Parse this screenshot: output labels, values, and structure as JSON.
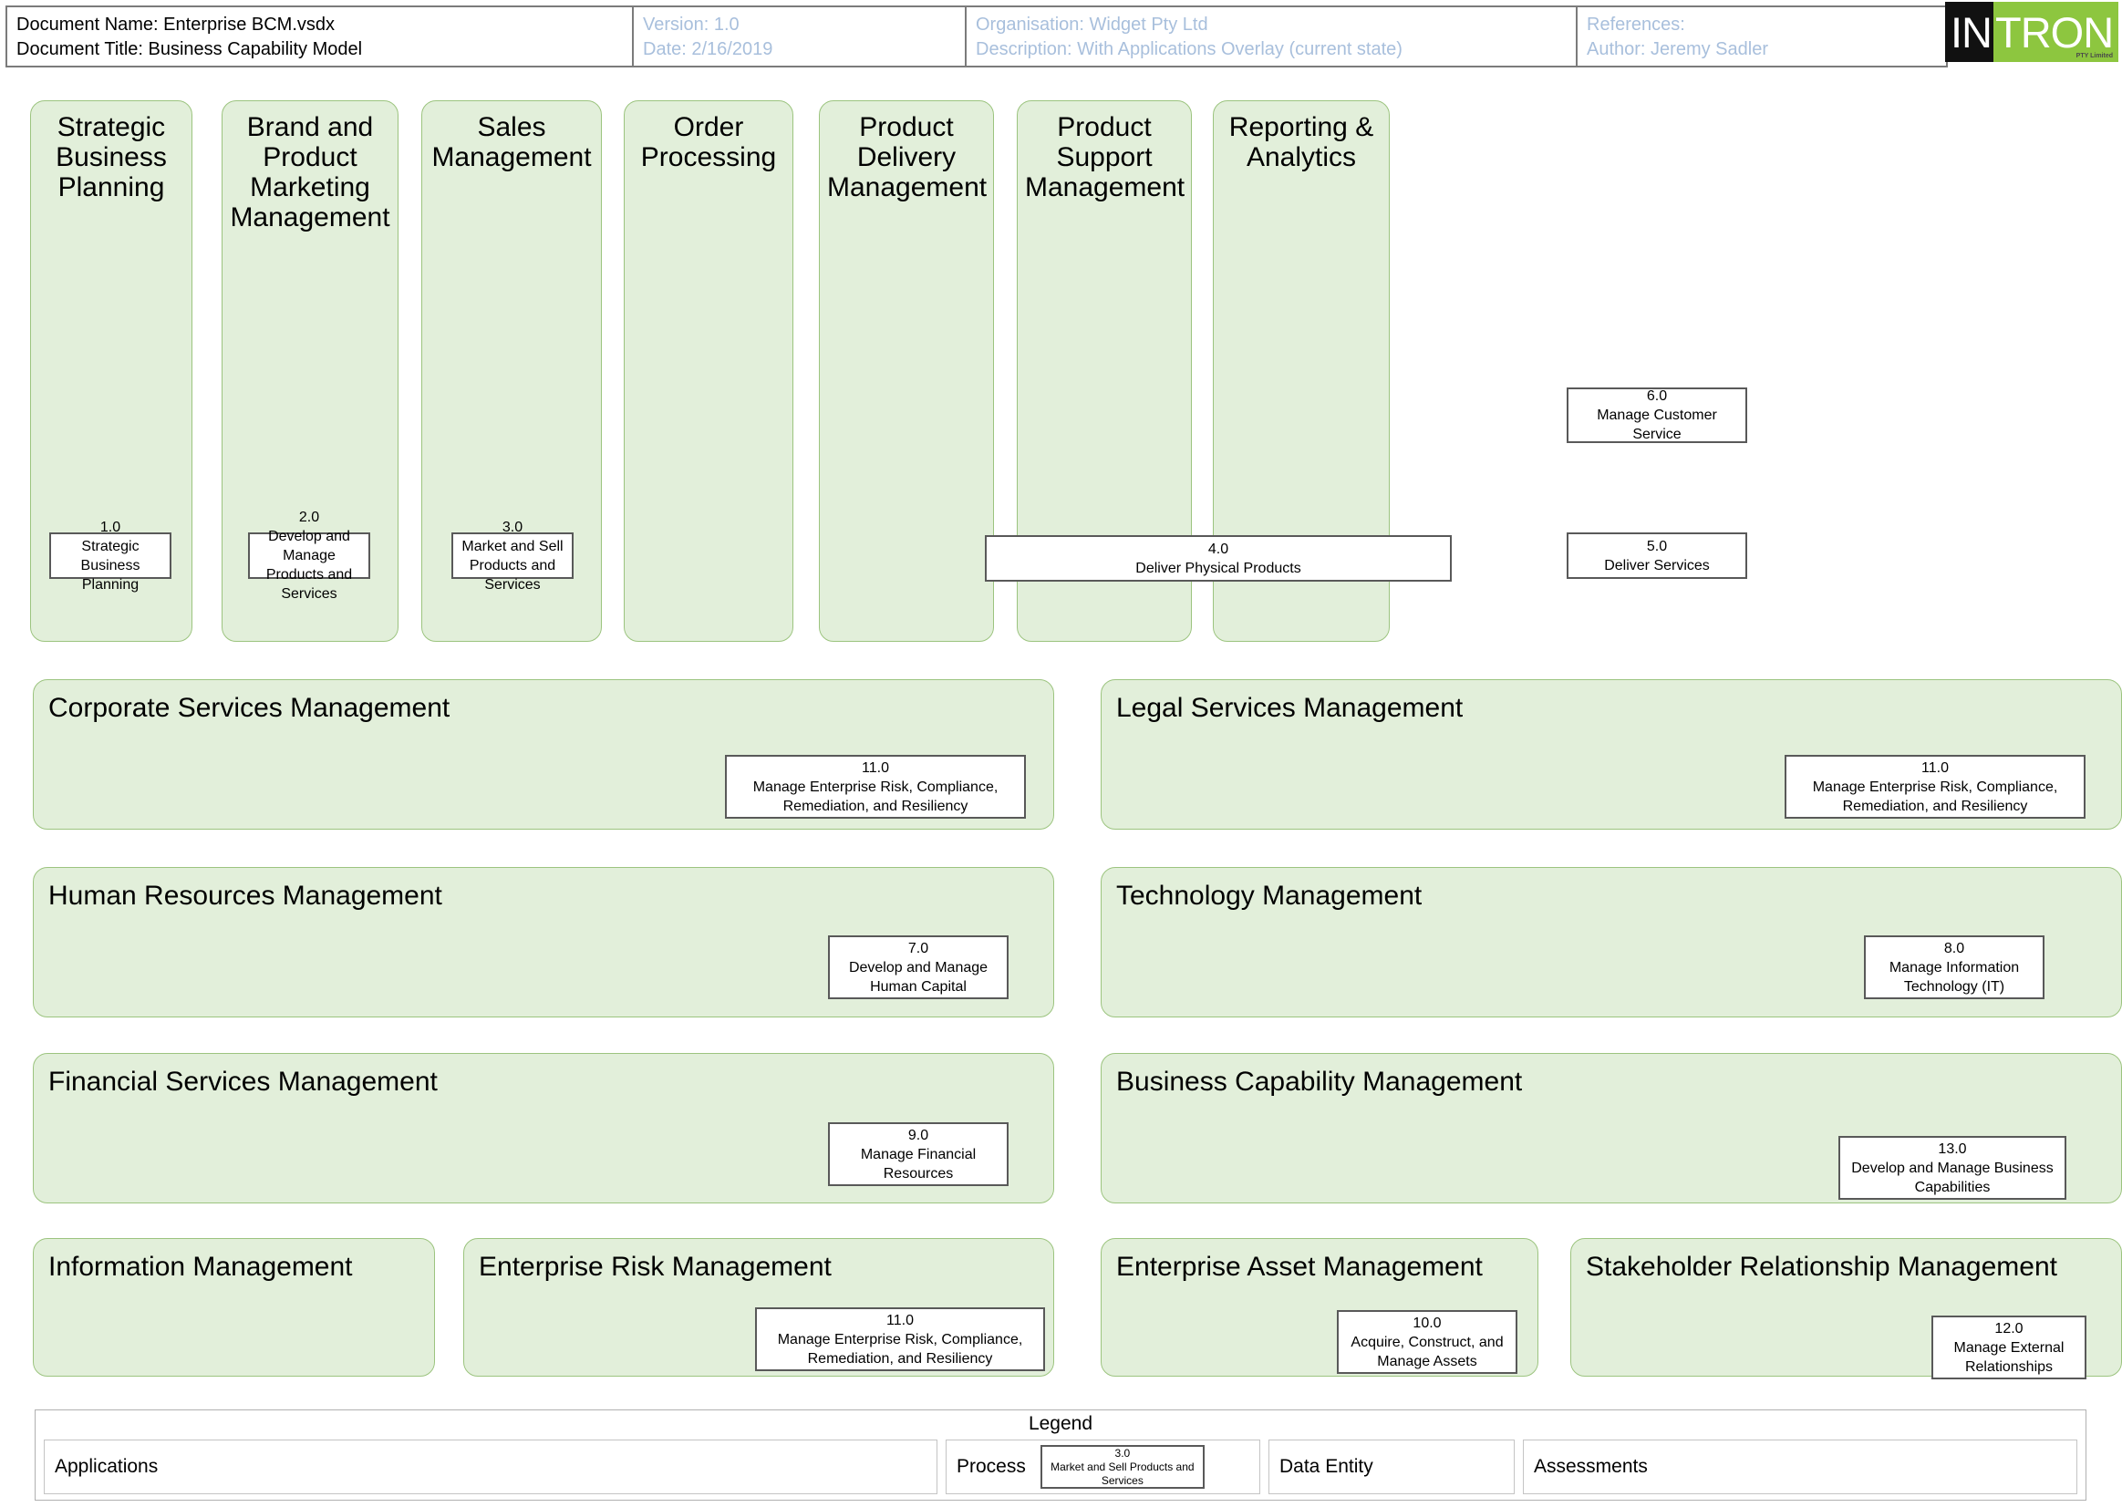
{
  "header": {
    "col1": {
      "line1": "Document Name: Enterprise BCM.vsdx",
      "line2": "Document Title: Business Capability Model"
    },
    "col2": {
      "line1": "Version: 1.0",
      "line2": "Date: 2/16/2019"
    },
    "col3": {
      "line1": "Organisation: Widget Pty Ltd",
      "line2": "Description: With Applications Overlay (current state)"
    },
    "col4": {
      "line1": "References:",
      "line2": "Author: Jeremy Sadler"
    },
    "logo": {
      "dark": "IN",
      "light": "TRON",
      "sub": "PTY Limited"
    }
  },
  "colors": {
    "panel_fill": "#E2EFDA",
    "panel_border": "#9CC47F",
    "process_border": "#595959",
    "header_blue": "#A8BFDC",
    "logo_green": "#8DC63F",
    "logo_black": "#111111"
  },
  "top_columns": [
    {
      "title": "Strategic Business Planning"
    },
    {
      "title": "Brand and Product Marketing Management"
    },
    {
      "title": "Sales Management"
    },
    {
      "title": "Order Processing"
    },
    {
      "title": "Product Delivery Management"
    },
    {
      "title": "Product Support Management"
    },
    {
      "title": "Reporting & Analytics"
    }
  ],
  "top_processes": [
    {
      "id": "1.0",
      "name": "Strategic Business Planning"
    },
    {
      "id": "2.0",
      "name": "Develop and Manage Products and Services"
    },
    {
      "id": "3.0",
      "name": "Market and Sell Products and Services"
    },
    {
      "id": "4.0",
      "name": "Deliver Physical Products"
    },
    {
      "id": "6.0",
      "name": "Manage Customer Service"
    },
    {
      "id": "5.0",
      "name": "Deliver Services"
    }
  ],
  "support_panels": [
    {
      "title": "Corporate Services Management",
      "process": {
        "id": "11.0",
        "name": "Manage Enterprise Risk, Compliance, Remediation, and Resiliency"
      }
    },
    {
      "title": "Legal Services Management",
      "process": {
        "id": "11.0",
        "name": "Manage Enterprise Risk, Compliance, Remediation, and Resiliency"
      }
    },
    {
      "title": "Human Resources Management",
      "process": {
        "id": "7.0",
        "name": "Develop and Manage Human Capital"
      }
    },
    {
      "title": "Technology Management",
      "process": {
        "id": "8.0",
        "name": "Manage Information Technology (IT)"
      }
    },
    {
      "title": "Financial Services Management",
      "process": {
        "id": "9.0",
        "name": "Manage Financial Resources"
      }
    },
    {
      "title": "Business Capability Management",
      "process": {
        "id": "13.0",
        "name": "Develop and Manage Business Capabilities"
      }
    },
    {
      "title": "Information Management",
      "process": null
    },
    {
      "title": "Enterprise Risk Management",
      "process": {
        "id": "11.0",
        "name": "Manage Enterprise Risk, Compliance, Remediation, and Resiliency"
      }
    },
    {
      "title": "Enterprise Asset Management",
      "process": {
        "id": "10.0",
        "name": "Acquire, Construct, and Manage Assets"
      }
    },
    {
      "title": "Stakeholder Relationship Management",
      "process": {
        "id": "12.0",
        "name": "Manage External Relationships"
      }
    }
  ],
  "legend": {
    "title": "Legend",
    "applications": "Applications",
    "process": "Process",
    "data_entity": "Data Entity",
    "assessments": "Assessments",
    "process_example": {
      "id": "3.0",
      "name": "Market and Sell Products and Services"
    }
  }
}
